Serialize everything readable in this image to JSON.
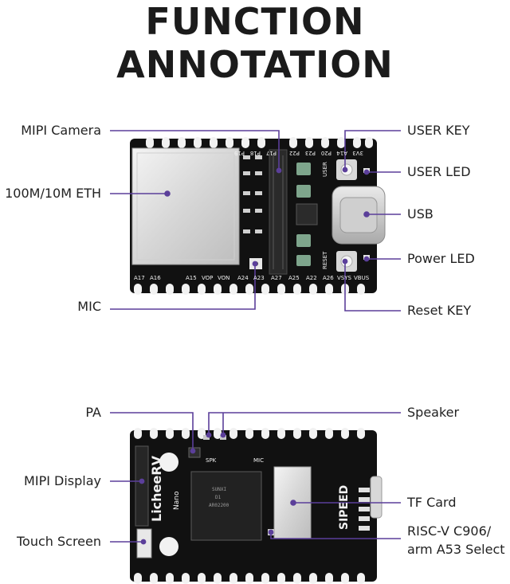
{
  "title": {
    "line1": "FUNCTION",
    "line2": "ANNOTATION"
  },
  "top_board": {
    "labels": {
      "mipi_camera": "MIPI Camera",
      "eth": "100M/10M ETH",
      "mic": "MIC",
      "user_key": "USER KEY",
      "user_led": "USER LED",
      "usb": "USB",
      "power_led": "Power LED",
      "reset_key": "Reset KEY"
    },
    "pin_labels_top": [
      "P19",
      "P18",
      "P17",
      "P22",
      "P23",
      "P20",
      "A14",
      "3V3"
    ],
    "pin_labels_bottom": [
      "A17",
      "A16",
      "A15",
      "VOP",
      "VON",
      "A24",
      "A23",
      "A27",
      "A25",
      "A22",
      "A26",
      "VSYS",
      "VBUS"
    ],
    "silk_user": "USER",
    "silk_reset": "RESET"
  },
  "bottom_board": {
    "labels": {
      "pa": "PA",
      "speaker": "Speaker",
      "mipi_display": "MIPI Display",
      "touch_screen": "Touch Screen",
      "tf_card": "TF Card",
      "riscv_line1": "RISC-V C906/",
      "riscv_line2": "arm A53 Select"
    },
    "silk_brand": "LicheeRV",
    "silk_model": "Nano",
    "silk_sipeed": "SIPEED",
    "silk_spk": "SPK",
    "silk_mic": "MIC",
    "chip_text": [
      "SUNXI",
      "D1",
      "AR02200"
    ]
  },
  "colors": {
    "board": "#111111",
    "pad": "#f2f2f2",
    "callout_line": "#5b3f9a",
    "text": "#222222"
  }
}
